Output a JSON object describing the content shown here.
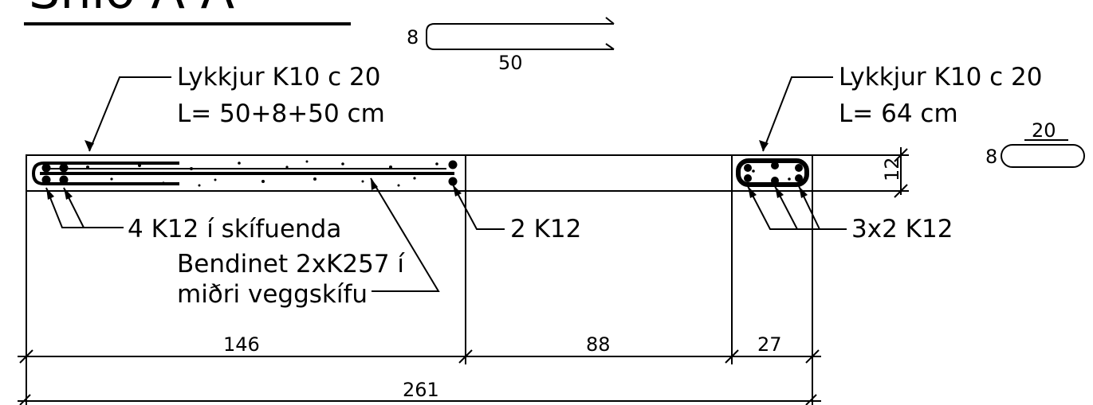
{
  "title_fragment": "Snið A-A",
  "shapes": {
    "u_bar_height": "8",
    "u_bar_length": "50",
    "closed_loop_height": "8",
    "closed_loop_width": "20"
  },
  "callouts": {
    "left_loops_line1": "Lykkjur K10 c 20",
    "left_loops_line2": "L= 50+8+50 cm",
    "right_loops_line1": "Lykkjur K10 c 20",
    "right_loops_line2": "L= 64 cm",
    "end_bars": "4 K12 í skífuenda",
    "mid_bars": "2 K12",
    "column_bars": "3x2 K12",
    "mesh_line1": "Bendinet 2xK257 í",
    "mesh_line2": "miðri veggskífu"
  },
  "dimensions": {
    "thickness": "12",
    "seg1": "146",
    "seg2": "88",
    "seg3": "27",
    "total": "261"
  }
}
